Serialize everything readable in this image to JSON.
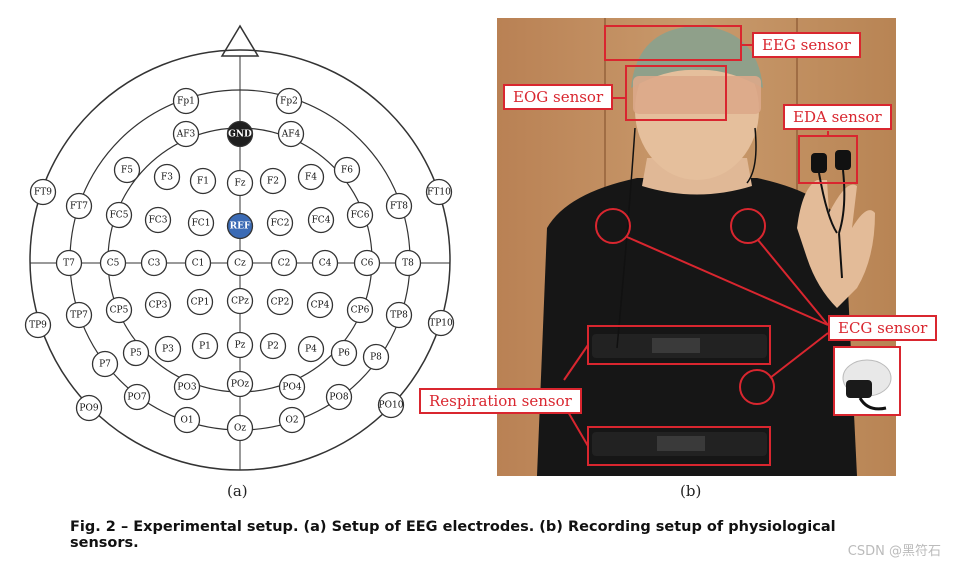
{
  "panel_a": {
    "caption": "(a)",
    "electrodes": [
      {
        "label": "Fp1",
        "kind": "normal"
      },
      {
        "label": "Fp2",
        "kind": "normal"
      },
      {
        "label": "AF3",
        "kind": "normal"
      },
      {
        "label": "GND",
        "kind": "ground"
      },
      {
        "label": "AF4",
        "kind": "normal"
      },
      {
        "label": "F5",
        "kind": "normal"
      },
      {
        "label": "F3",
        "kind": "normal"
      },
      {
        "label": "F1",
        "kind": "normal"
      },
      {
        "label": "Fz",
        "kind": "normal"
      },
      {
        "label": "F2",
        "kind": "normal"
      },
      {
        "label": "F4",
        "kind": "normal"
      },
      {
        "label": "F6",
        "kind": "normal"
      },
      {
        "label": "FT9",
        "kind": "normal"
      },
      {
        "label": "FT7",
        "kind": "normal"
      },
      {
        "label": "FC5",
        "kind": "normal"
      },
      {
        "label": "FC3",
        "kind": "normal"
      },
      {
        "label": "FC1",
        "kind": "normal"
      },
      {
        "label": "REF",
        "kind": "reference"
      },
      {
        "label": "FC2",
        "kind": "normal"
      },
      {
        "label": "FC4",
        "kind": "normal"
      },
      {
        "label": "FC6",
        "kind": "normal"
      },
      {
        "label": "FT8",
        "kind": "normal"
      },
      {
        "label": "FT10",
        "kind": "normal"
      },
      {
        "label": "T7",
        "kind": "normal"
      },
      {
        "label": "C5",
        "kind": "normal"
      },
      {
        "label": "C3",
        "kind": "normal"
      },
      {
        "label": "C1",
        "kind": "normal"
      },
      {
        "label": "Cz",
        "kind": "normal"
      },
      {
        "label": "C2",
        "kind": "normal"
      },
      {
        "label": "C4",
        "kind": "normal"
      },
      {
        "label": "C6",
        "kind": "normal"
      },
      {
        "label": "T8",
        "kind": "normal"
      },
      {
        "label": "TP9",
        "kind": "normal"
      },
      {
        "label": "TP7",
        "kind": "normal"
      },
      {
        "label": "CP5",
        "kind": "normal"
      },
      {
        "label": "CP3",
        "kind": "normal"
      },
      {
        "label": "CP1",
        "kind": "normal"
      },
      {
        "label": "CPz",
        "kind": "normal"
      },
      {
        "label": "CP2",
        "kind": "normal"
      },
      {
        "label": "CP4",
        "kind": "normal"
      },
      {
        "label": "CP6",
        "kind": "normal"
      },
      {
        "label": "TP8",
        "kind": "normal"
      },
      {
        "label": "TP10",
        "kind": "normal"
      },
      {
        "label": "P7",
        "kind": "normal"
      },
      {
        "label": "P5",
        "kind": "normal"
      },
      {
        "label": "P3",
        "kind": "normal"
      },
      {
        "label": "P1",
        "kind": "normal"
      },
      {
        "label": "Pz",
        "kind": "normal"
      },
      {
        "label": "P2",
        "kind": "normal"
      },
      {
        "label": "P4",
        "kind": "normal"
      },
      {
        "label": "P6",
        "kind": "normal"
      },
      {
        "label": "P8",
        "kind": "normal"
      },
      {
        "label": "PO9",
        "kind": "normal"
      },
      {
        "label": "PO7",
        "kind": "normal"
      },
      {
        "label": "PO3",
        "kind": "normal"
      },
      {
        "label": "POz",
        "kind": "normal"
      },
      {
        "label": "PO4",
        "kind": "normal"
      },
      {
        "label": "PO8",
        "kind": "normal"
      },
      {
        "label": "PO10",
        "kind": "normal"
      },
      {
        "label": "O1",
        "kind": "normal"
      },
      {
        "label": "Oz",
        "kind": "normal"
      },
      {
        "label": "O2",
        "kind": "normal"
      }
    ],
    "colors": {
      "ground": "#1f1f1f",
      "reference": "#3b6bb5",
      "normal": "#ffffff",
      "line": "#333333"
    }
  },
  "panel_b": {
    "caption": "(b)",
    "labels": {
      "eeg": "EEG sensor",
      "eog": "EOG sensor",
      "eda": "EDA sensor",
      "ecg": "ECG sensor",
      "respiration": "Respiration sensor"
    },
    "accent_color": "#d9262f"
  },
  "figure_caption": "Fig. 2 – Experimental setup. (a) Setup of EEG electrodes. (b) Recording setup of physiological sensors.",
  "watermark": "CSDN @黑符石"
}
